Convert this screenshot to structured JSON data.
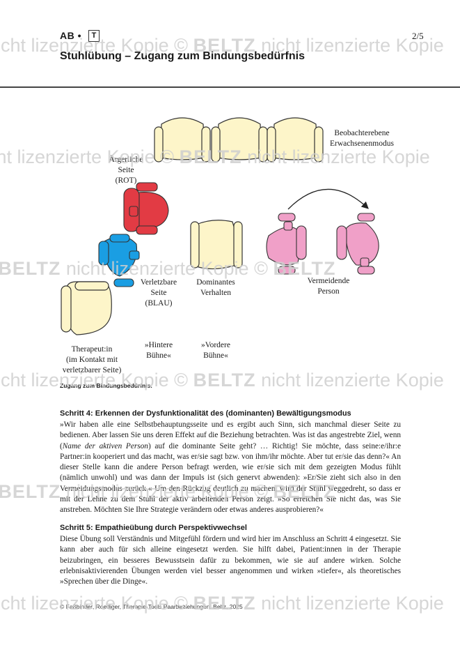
{
  "header": {
    "label": "AB  •",
    "badge": "T",
    "page_number": "2/5",
    "title": "Stuhlübung – Zugang zum Bindungsbedürfnis"
  },
  "figure": {
    "labels": {
      "observer_mode": "Beobachterebene\nErwachsenenmodus",
      "angry_side": "Ärgerliche\nSeite\n(ROT)",
      "vulnerable_side": "Verletzbare\nSeite\n(BLAU)",
      "dominant_behavior": "Dominantes\nVerhalten",
      "avoiding_person": "Vermeidende\nPerson",
      "therapist": "Therapeut:in\n(im Kontakt mit\nverletzbarer Seite)",
      "back_stage": "»Hintere\nBühne«",
      "front_stage": "»Vordere\nBühne«"
    },
    "colors": {
      "beige": "#fdf5c9",
      "red": "#e23b44",
      "blue": "#1a9ee3",
      "pink": "#f0a0c8"
    },
    "caption": "Zugang zum Bindungsbedürfnis."
  },
  "section4": {
    "heading": "Schritt 4: Erkennen der Dysfunktionalität des (dominanten) Bewältigungsmodus",
    "p1": "»Wir haben alle eine Selbstbehauptungsseite und es ergibt auch Sinn, sich manchmal dieser Seite zu bedienen. Aber lassen Sie uns deren Effekt auf die Beziehung betrachten. Was ist das angestrebte Ziel, wenn (",
    "p1_em": "Name der aktiven Person",
    "p1_rest": ") auf die dominante Seite geht? … Richtig! Sie möchte, dass seine:e/ihr:e Partner:in kooperiert und das macht, was er/sie sagt bzw. von ihm/ihr möchte. Aber tut er/sie das denn?« An dieser Stelle kann die andere Person befragt werden, wie er/sie sich mit dem gezeigten Modus fühlt (nämlich unwohl) und was dann der Impuls ist (sich genervt abwenden): »Er/Sie zieht sich also in den Vermeidungsmodus zurück.« Um den Rückzug deutlich zu machen, wird der Stuhl weggedreht, so dass er mit der Lehne zu dem Stuhl der aktiv arbeitenden Person zeigt. »So erreichen Sie nicht das, was Sie anstreben. Möchten Sie Ihre Strategie verändern oder etwas anderes ausprobieren?«"
  },
  "section5": {
    "heading": "Schritt 5: Empathieübung durch Perspektivwechsel",
    "p1": "Diese Übung soll Verständnis und Mitgefühl fördern und wird hier im Anschluss an Schritt 4 eingesetzt. Sie kann aber auch für sich alleine eingesetzt werden. Sie hilft dabei, Patient:innen in der Therapie beizubringen, ein besseres Bewusstsein dafür zu bekommen, wie sie auf andere wirken. Solche erlebnisaktivierenden Übungen werden viel besser angenommen und wirken »tiefer«, als theoretisches »Sprechen über die Dinge«."
  },
  "footer": "© Faßbinder, Roediger, Therapie-Tools Paarbeziehungen. Beltz, 2025",
  "watermark": {
    "brand": "BELTZ",
    "text": "nicht lizenzierte Kopie",
    "symbol": "©"
  }
}
